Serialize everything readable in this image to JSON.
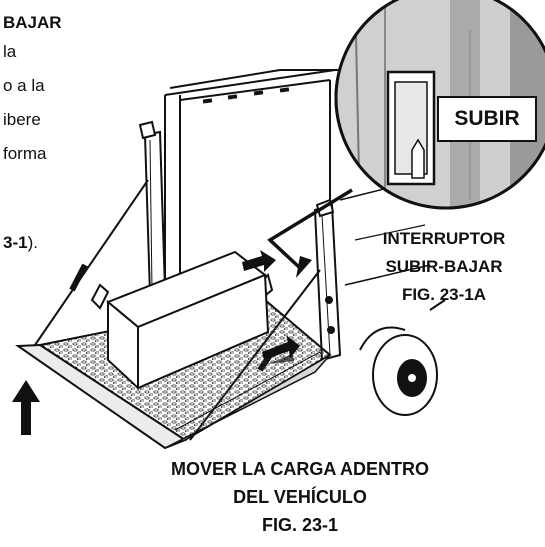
{
  "instructions": {
    "heading_fragment": "BAJAR",
    "line1": "la",
    "line2": "o a la",
    "line3": "ibere",
    "line4": "forma",
    "ref_fragment": "3-1",
    "ref_suffix": ")."
  },
  "inset": {
    "button_label": "SUBIR",
    "caption_line1": "INTERRUPTOR",
    "caption_line2": "SUBIR-BAJAR",
    "caption_line3": "FIG. 23-1A"
  },
  "figure": {
    "caption_line1": "MOVER LA CARGA ADENTRO",
    "caption_line2": "DEL VEHÍCULO",
    "caption_line3": "FIG. 23-1"
  },
  "colors": {
    "ink": "#111111",
    "inset_bg": "#c8c8c8",
    "platform_fill": "#e2e2e2"
  }
}
